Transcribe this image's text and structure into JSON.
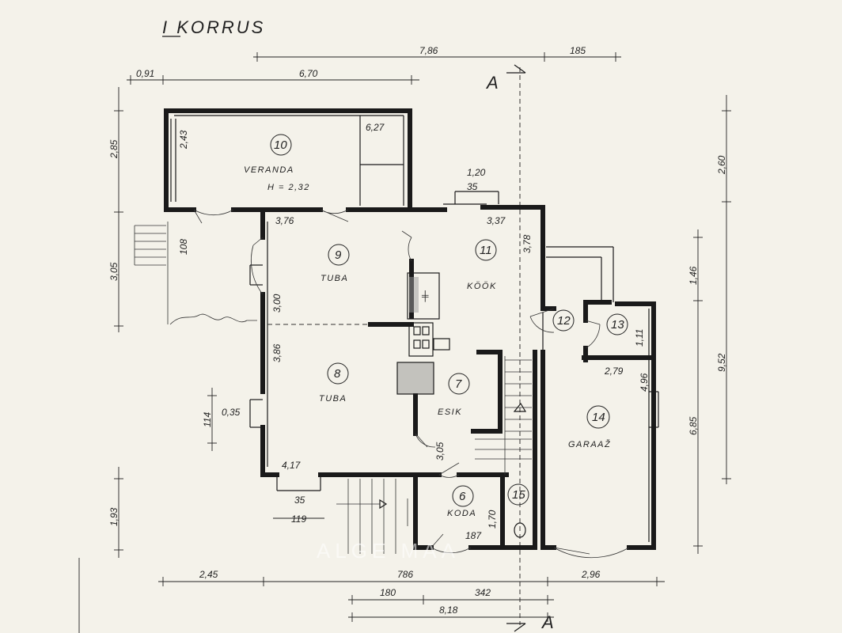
{
  "title": "I KORRUS",
  "section_marker": "A",
  "watermark": "ALGE MAA",
  "rooms": [
    {
      "number": "10",
      "name": "VERANDA",
      "note": "H = 2,32"
    },
    {
      "number": "9",
      "name": "TUBA"
    },
    {
      "number": "11",
      "name": "KÖÖK"
    },
    {
      "number": "8",
      "name": "TUBA"
    },
    {
      "number": "7",
      "name": "ESIK"
    },
    {
      "number": "6",
      "name": "KODA"
    },
    {
      "number": "12",
      "name": ""
    },
    {
      "number": "13",
      "name": ""
    },
    {
      "number": "14",
      "name": "GARAAŽ"
    },
    {
      "number": "15",
      "name": ""
    }
  ],
  "dimensions": {
    "top_786": "7,86",
    "top_185": "185",
    "top_091": "0,91",
    "top_670": "6,70",
    "v_285": "2,85",
    "v_305": "3,05",
    "v_193": "1,93",
    "v_114": "114",
    "v_035": "0,35",
    "v_260": "2,60",
    "v_146": "1,46",
    "v_952": "9,52",
    "v_685": "6,85",
    "bot_245": "2,45",
    "bot_786": "786",
    "bot_296": "2,96",
    "bot_180": "180",
    "bot_342": "342",
    "bot_818": "8,18",
    "in_243": "2,43",
    "in_627": "6,27",
    "in_120": "1,20",
    "in_35a": "35",
    "in_337": "3,37",
    "in_376": "3,76",
    "in_108": "108",
    "in_378": "3,78",
    "in_300": "3,00",
    "in_386": "3,86",
    "in_279": "2,79",
    "in_496": "4,96",
    "in_111": "1,11",
    "in_305": "3,05",
    "in_417": "4,17",
    "in_35b": "35",
    "in_119": "119",
    "in_187": "187",
    "in_170": "1,70"
  }
}
